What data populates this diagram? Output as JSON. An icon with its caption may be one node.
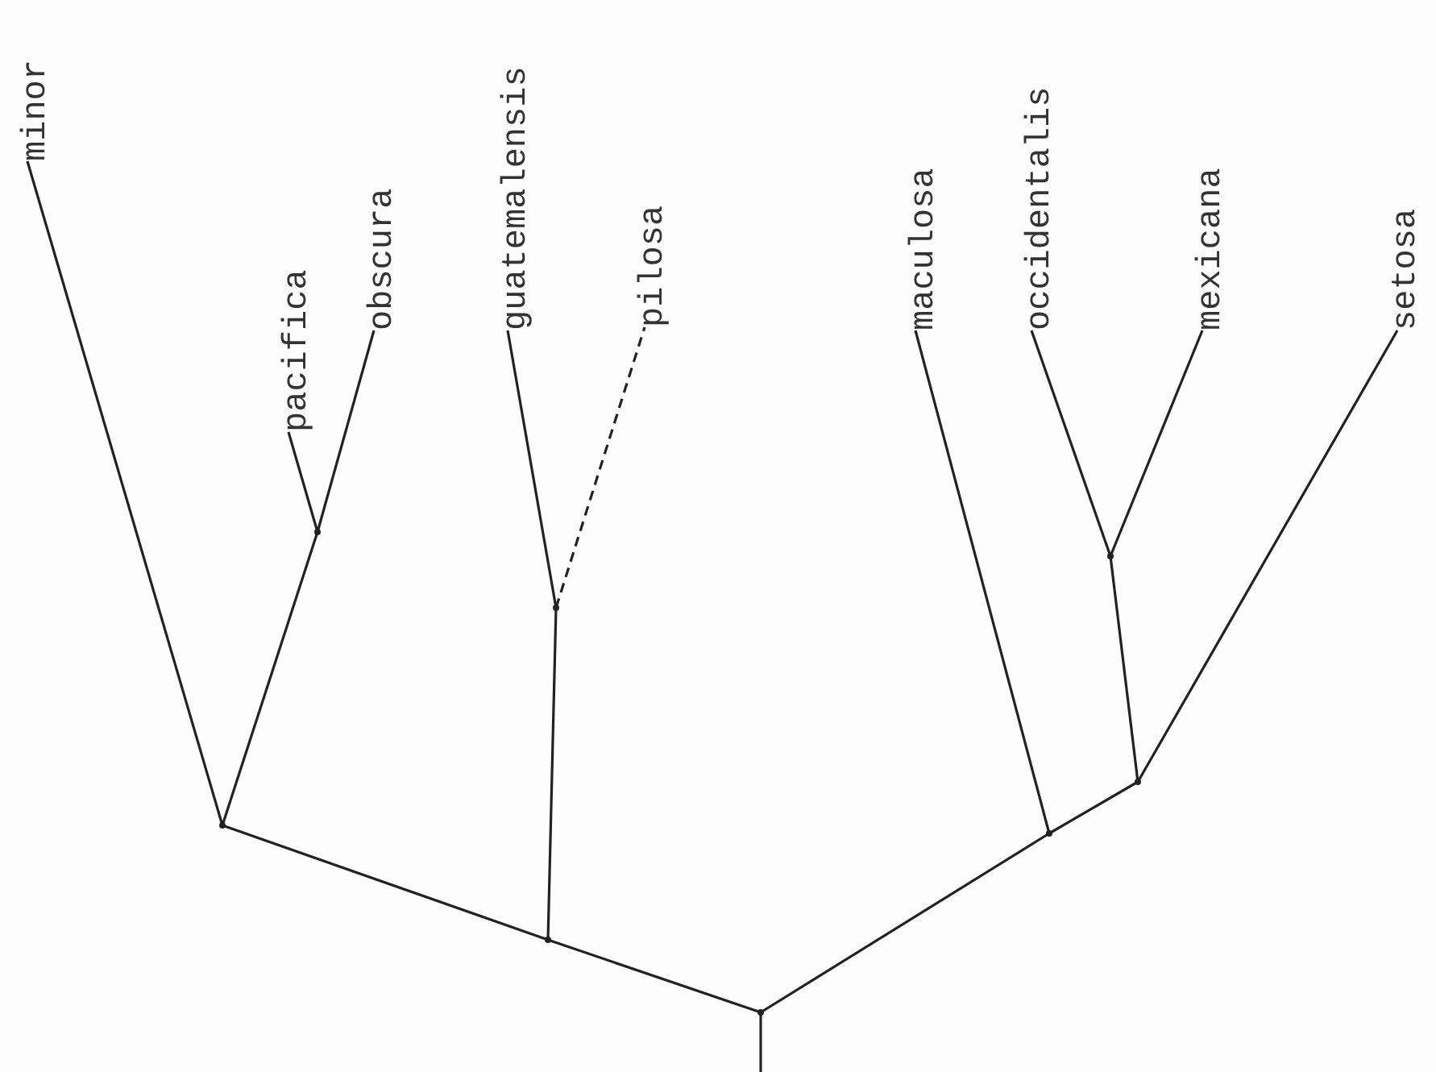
{
  "diagram": {
    "nodes": [
      {
        "text": [
          "minor"
        ]
      },
      {
        "text": [
          "pacifica"
        ]
      },
      {
        "text": [
          "obscura"
        ]
      },
      {
        "text": [
          "guatemalensis"
        ]
      },
      {
        "text": [
          "pilosa"
        ]
      },
      {
        "text": [
          "maculosa"
        ]
      },
      {
        "text": [
          "occidentalis"
        ]
      },
      {
        "text": [
          "mexicana"
        ]
      },
      {
        "text": [
          "setosa"
        ]
      },
      {
        "text": [],
        "shape": "point"
      },
      {
        "text": [],
        "shape": "point"
      },
      {
        "text": [],
        "shape": "point"
      },
      {
        "text": [],
        "shape": "point"
      },
      {
        "text": [],
        "shape": "point"
      },
      {
        "text": [],
        "shape": "point"
      },
      {
        "text": [],
        "shape": "point"
      },
      {
        "text": [],
        "shape": "point"
      }
    ],
    "edges": [
      {
        "from": null,
        "to": 13,
        "arrow": "none"
      },
      {
        "from": 13,
        "to": 11,
        "arrow": "none"
      },
      {
        "from": 11,
        "to": 9,
        "arrow": "none"
      },
      {
        "from": 9,
        "to": 0,
        "arrow": "none"
      },
      {
        "from": 9,
        "to": 10,
        "arrow": "none"
      },
      {
        "from": 10,
        "to": 1,
        "arrow": "none"
      },
      {
        "from": 10,
        "to": 2,
        "arrow": "none"
      },
      {
        "from": 11,
        "to": 12,
        "arrow": "none"
      },
      {
        "from": 12,
        "to": 3,
        "arrow": "none"
      },
      {
        "from": 12,
        "to": 4,
        "arrow": "none",
        "style": "dashed"
      },
      {
        "from": 13,
        "to": 14,
        "arrow": "none"
      },
      {
        "from": 14,
        "to": 16,
        "arrow": "none"
      },
      {
        "from": 14,
        "to": 5,
        "arrow": "none"
      },
      {
        "from": 16,
        "to": 15,
        "arrow": "none"
      },
      {
        "from": 15,
        "to": 6,
        "arrow": "none"
      },
      {
        "from": 15,
        "to": 7,
        "arrow": "none"
      },
      {
        "from": 16,
        "to": 8,
        "arrow": "none"
      }
    ]
  }
}
